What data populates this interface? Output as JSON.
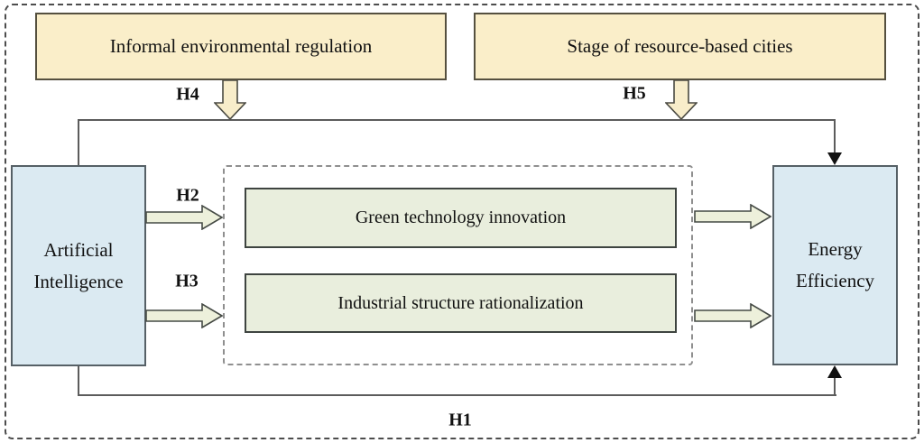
{
  "diagram": {
    "type": "hypothesis-framework",
    "boxes": {
      "informal_regulation": {
        "label": "Informal environmental regulation"
      },
      "resource_cities": {
        "label": "Stage of resource-based cities"
      },
      "artificial_intelligence": {
        "label": "Artificial Intelligence"
      },
      "energy_efficiency": {
        "label": "Energy Efficiency"
      },
      "green_innovation": {
        "label": "Green technology innovation"
      },
      "industrial_structure": {
        "label": "Industrial structure rationalization"
      }
    },
    "hypothesis_labels": {
      "h1": "H1",
      "h2": "H2",
      "h3": "H3",
      "h4": "H4",
      "h5": "H5"
    },
    "connections": [
      {
        "from": "artificial_intelligence",
        "to": "energy_efficiency",
        "label": "H1",
        "style": "thin-line-black-arrowhead"
      },
      {
        "from": "artificial_intelligence",
        "to": "green_innovation",
        "label": "H2",
        "style": "block-arrow"
      },
      {
        "from": "artificial_intelligence",
        "to": "industrial_structure",
        "label": "H3",
        "style": "block-arrow"
      },
      {
        "from": "green_innovation",
        "to": "energy_efficiency",
        "label": "",
        "style": "block-arrow"
      },
      {
        "from": "industrial_structure",
        "to": "energy_efficiency",
        "label": "",
        "style": "block-arrow"
      },
      {
        "from": "informal_regulation",
        "to": "ai-ee-path",
        "label": "H4",
        "style": "block-arrow-down"
      },
      {
        "from": "resource_cities",
        "to": "ai-ee-path",
        "label": "H5",
        "style": "block-arrow-down"
      }
    ],
    "colors": {
      "yellow_box_fill": "#faeec9",
      "blue_box_fill": "#dbeaf2",
      "green_box_fill": "#e9eedd",
      "cream_arrow_fill": "#f8edca",
      "pale_green_arrow_fill": "#edf0db",
      "box_border": "#474b4d",
      "connector_line": "#5c5c5c",
      "arrowhead": "#111111",
      "outer_dashed_border": "#4d4d4d",
      "mediator_dashed_border": "#8f8f8f",
      "background": "#ffffff"
    }
  }
}
